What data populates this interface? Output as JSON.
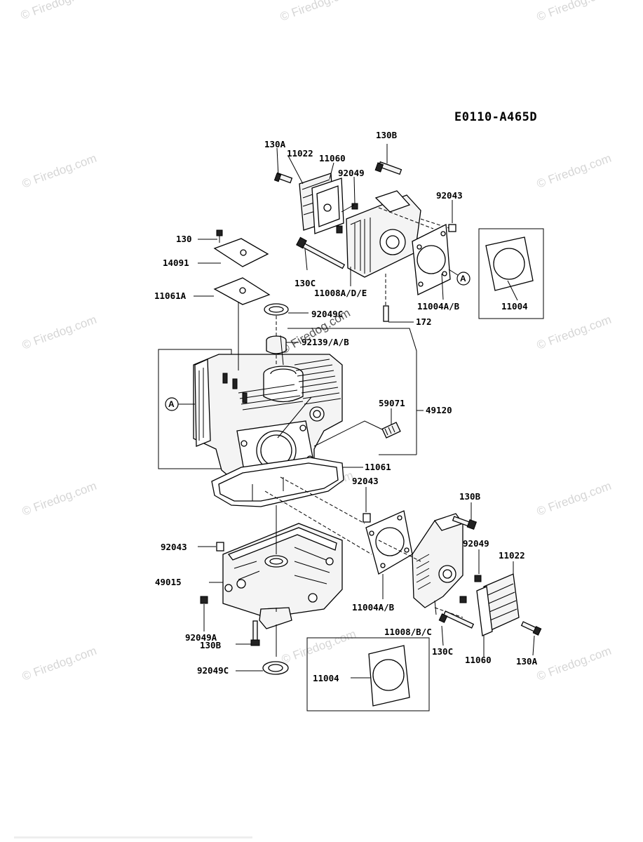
{
  "diagram_code": "E0110-A465D",
  "watermark": "© Firedog.com",
  "callout_letter": "A",
  "labels": {
    "l130A_top": "130A",
    "l11022_top": "11022",
    "l11060_top": "11060",
    "l130B_top": "130B",
    "l92049_top": "92049",
    "l92043_top": "92043",
    "l130": "130",
    "l14091": "14091",
    "l130C_top": "130C",
    "l11008ADE": "11008A/D/E",
    "l11004AB_top": "11004A/B",
    "l11004_top": "11004",
    "l11061A": "11061A",
    "l92049C_top": "92049C",
    "l172": "172",
    "l92139": "92139/A/B",
    "l59071": "59071",
    "l49120": "49120",
    "l11061": "11061",
    "l92043_mid": "92043",
    "l130B_mid": "130B",
    "l92049_mid": "92049",
    "l11022_mid": "11022",
    "l92043_left": "92043",
    "l49015": "49015",
    "l11004AB_bot": "11004A/B",
    "l11008BC": "11008/B/C",
    "l92049A": "92049A",
    "l130B_low": "130B",
    "l130C_bot": "130C",
    "l11060_bot": "11060",
    "l130A_bot": "130A",
    "l92049C_bot": "92049C",
    "l11004_bot": "11004"
  }
}
